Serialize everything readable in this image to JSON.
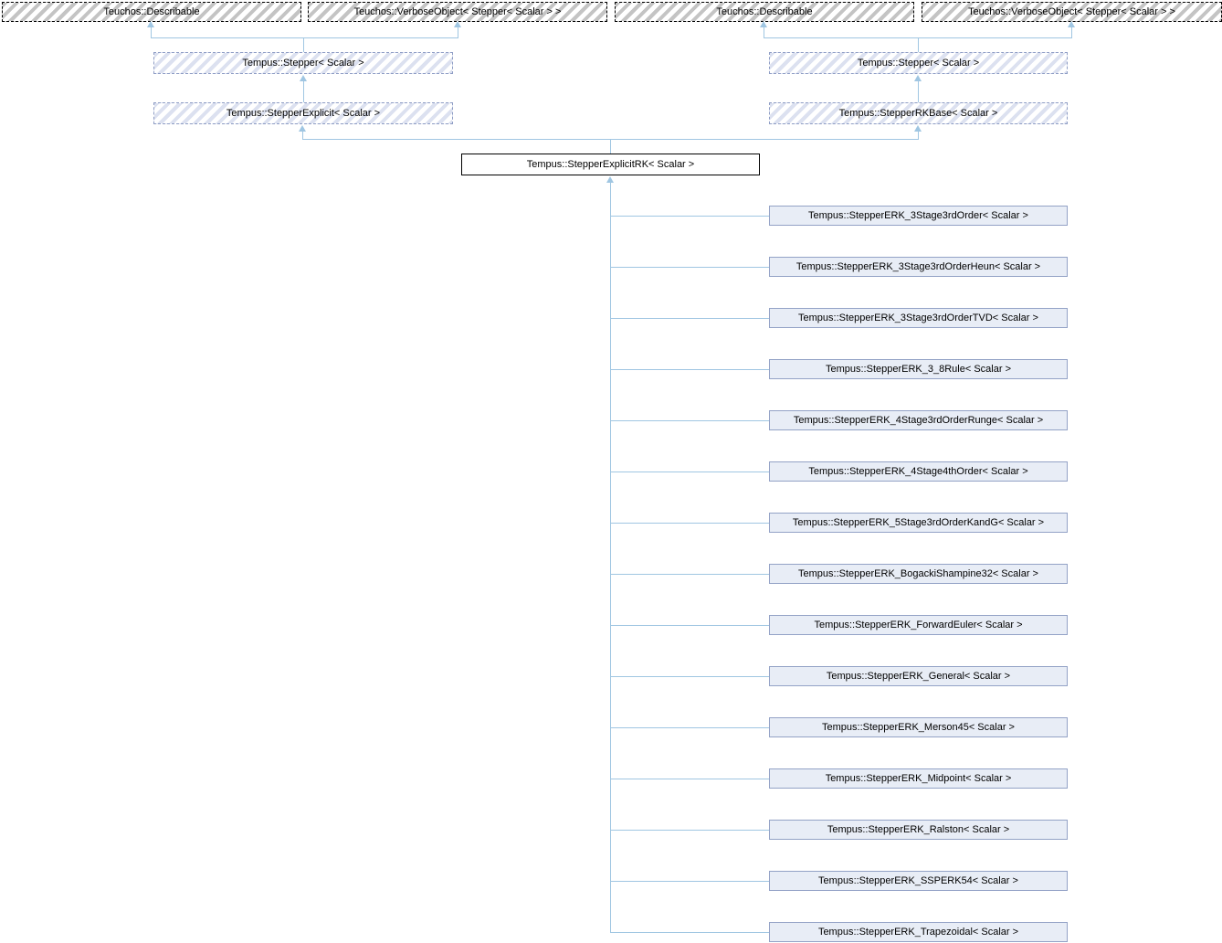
{
  "colors": {
    "connector_line": "#a0c6e2",
    "external_box_hatch": "#c4c4c4",
    "template_box_hatch": "#dce1f0",
    "template_box_border": "#8d9cc4",
    "derived_box_bg": "#e8edf6",
    "derived_box_border": "#93a2c6"
  },
  "nodes": {
    "external_left_describable": "Teuchos::Describable",
    "external_left_verbose": "Teuchos::VerboseObject< Stepper< Scalar > >",
    "external_right_describable": "Teuchos::Describable",
    "external_right_verbose": "Teuchos::VerboseObject< Stepper< Scalar > >",
    "stepper_left": "Tempus::Stepper< Scalar >",
    "stepper_right": "Tempus::Stepper< Scalar >",
    "stepper_explicit": "Tempus::StepperExplicit< Scalar >",
    "stepper_rk_base": "Tempus::StepperRKBase< Scalar >",
    "main": "Tempus::StepperExplicitRK< Scalar >"
  },
  "derived": [
    {
      "label": "Tempus::StepperERK_3Stage3rdOrder< Scalar >"
    },
    {
      "label": "Tempus::StepperERK_3Stage3rdOrderHeun< Scalar >"
    },
    {
      "label": "Tempus::StepperERK_3Stage3rdOrderTVD< Scalar >"
    },
    {
      "label": "Tempus::StepperERK_3_8Rule< Scalar >"
    },
    {
      "label": "Tempus::StepperERK_4Stage3rdOrderRunge< Scalar >"
    },
    {
      "label": "Tempus::StepperERK_4Stage4thOrder< Scalar >"
    },
    {
      "label": "Tempus::StepperERK_5Stage3rdOrderKandG< Scalar >"
    },
    {
      "label": "Tempus::StepperERK_BogackiShampine32< Scalar >"
    },
    {
      "label": "Tempus::StepperERK_ForwardEuler< Scalar >"
    },
    {
      "label": "Tempus::StepperERK_General< Scalar >"
    },
    {
      "label": "Tempus::StepperERK_Merson45< Scalar >"
    },
    {
      "label": "Tempus::StepperERK_Midpoint< Scalar >"
    },
    {
      "label": "Tempus::StepperERK_Ralston< Scalar >"
    },
    {
      "label": "Tempus::StepperERK_SSPERK54< Scalar >"
    },
    {
      "label": "Tempus::StepperERK_Trapezoidal< Scalar >"
    }
  ]
}
